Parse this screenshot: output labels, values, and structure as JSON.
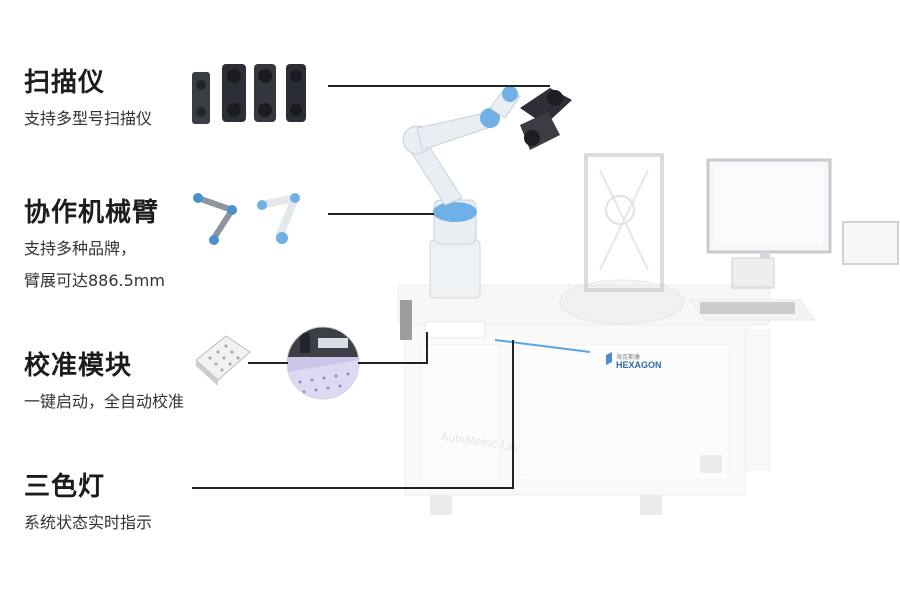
{
  "features": [
    {
      "title": "扫描仪",
      "desc": [
        "支持多型号扫描仪"
      ]
    },
    {
      "title": "协作机械臂",
      "desc": [
        "支持多种品牌，",
        "臂展可达886.5mm"
      ]
    },
    {
      "title": "校准模块",
      "desc": [
        "一键启动，全自动校准"
      ]
    },
    {
      "title": "三色灯",
      "desc": [
        "系统状态实时指示"
      ]
    }
  ],
  "brand": {
    "logo_text": "HEXAGON",
    "logo_cn": "海克斯康",
    "watermark": "AutoMetric-Lily"
  },
  "colors": {
    "accent_blue": "#5aa6e0",
    "robot_white": "#e9eef3",
    "scanner_dark": "#2c2f36",
    "cabinet": "#f3f5f7"
  }
}
